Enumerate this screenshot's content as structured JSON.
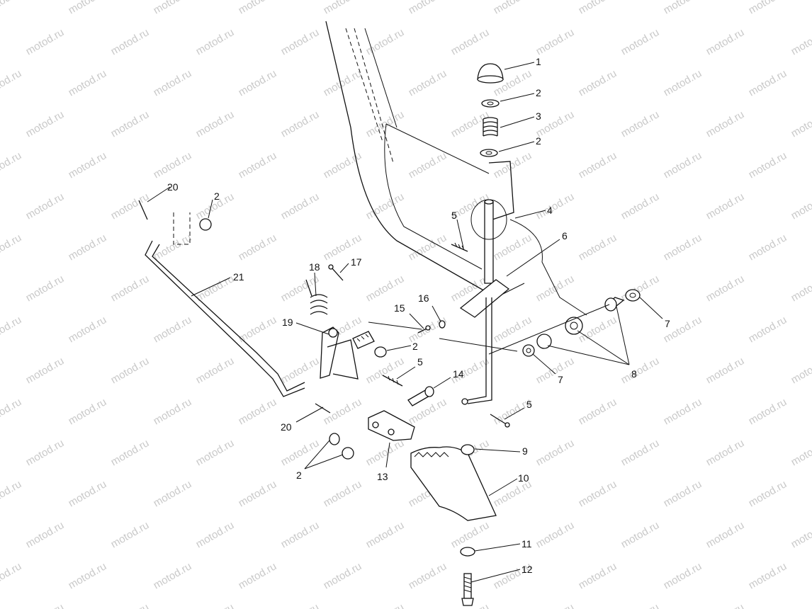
{
  "watermark": {
    "text": "motod.ru",
    "color": "#c9c9c9"
  },
  "callouts": [
    {
      "id": "c1",
      "text": "1"
    },
    {
      "id": "c2a",
      "text": "2"
    },
    {
      "id": "c3",
      "text": "3"
    },
    {
      "id": "c2b",
      "text": "2"
    },
    {
      "id": "c4",
      "text": "4"
    },
    {
      "id": "c5a",
      "text": "5"
    },
    {
      "id": "c6",
      "text": "6"
    },
    {
      "id": "c7a",
      "text": "7"
    },
    {
      "id": "c8",
      "text": "8"
    },
    {
      "id": "c7b",
      "text": "7"
    },
    {
      "id": "c16",
      "text": "16"
    },
    {
      "id": "c15",
      "text": "15"
    },
    {
      "id": "c2c",
      "text": "2"
    },
    {
      "id": "c5b",
      "text": "5"
    },
    {
      "id": "c14",
      "text": "14"
    },
    {
      "id": "c5c",
      "text": "5"
    },
    {
      "id": "c9",
      "text": "9"
    },
    {
      "id": "c10",
      "text": "10"
    },
    {
      "id": "c11",
      "text": "11"
    },
    {
      "id": "c12",
      "text": "12"
    },
    {
      "id": "c13",
      "text": "13"
    },
    {
      "id": "c2d",
      "text": "2"
    },
    {
      "id": "c20a",
      "text": "20"
    },
    {
      "id": "c20b",
      "text": "20"
    },
    {
      "id": "c2e",
      "text": "2"
    },
    {
      "id": "c21",
      "text": "21"
    },
    {
      "id": "c18",
      "text": "18"
    },
    {
      "id": "c17",
      "text": "17"
    },
    {
      "id": "c19",
      "text": "19"
    }
  ]
}
